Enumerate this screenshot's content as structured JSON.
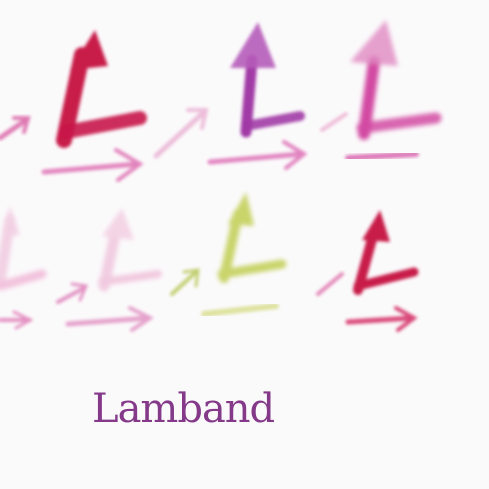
{
  "caption": "Lamband",
  "colors": {
    "background": "#fbfafb",
    "crimson": "#c81a4a",
    "purple": "#a13aa6",
    "magenta": "#d24aa2",
    "pink": "#e89ac6",
    "pale_pink": "#efc3dc",
    "lime": "#c9d46a",
    "text": "#7a2a80"
  },
  "glyphs": [
    {
      "name": "glyph-crimson-large",
      "color": "crimson"
    },
    {
      "name": "glyph-purple",
      "color": "purple"
    },
    {
      "name": "glyph-magenta",
      "color": "magenta"
    },
    {
      "name": "glyph-pale-left",
      "color": "pale_pink"
    },
    {
      "name": "glyph-pale-mid",
      "color": "pale_pink"
    },
    {
      "name": "glyph-lime",
      "color": "lime"
    },
    {
      "name": "glyph-crimson-small",
      "color": "crimson"
    }
  ]
}
